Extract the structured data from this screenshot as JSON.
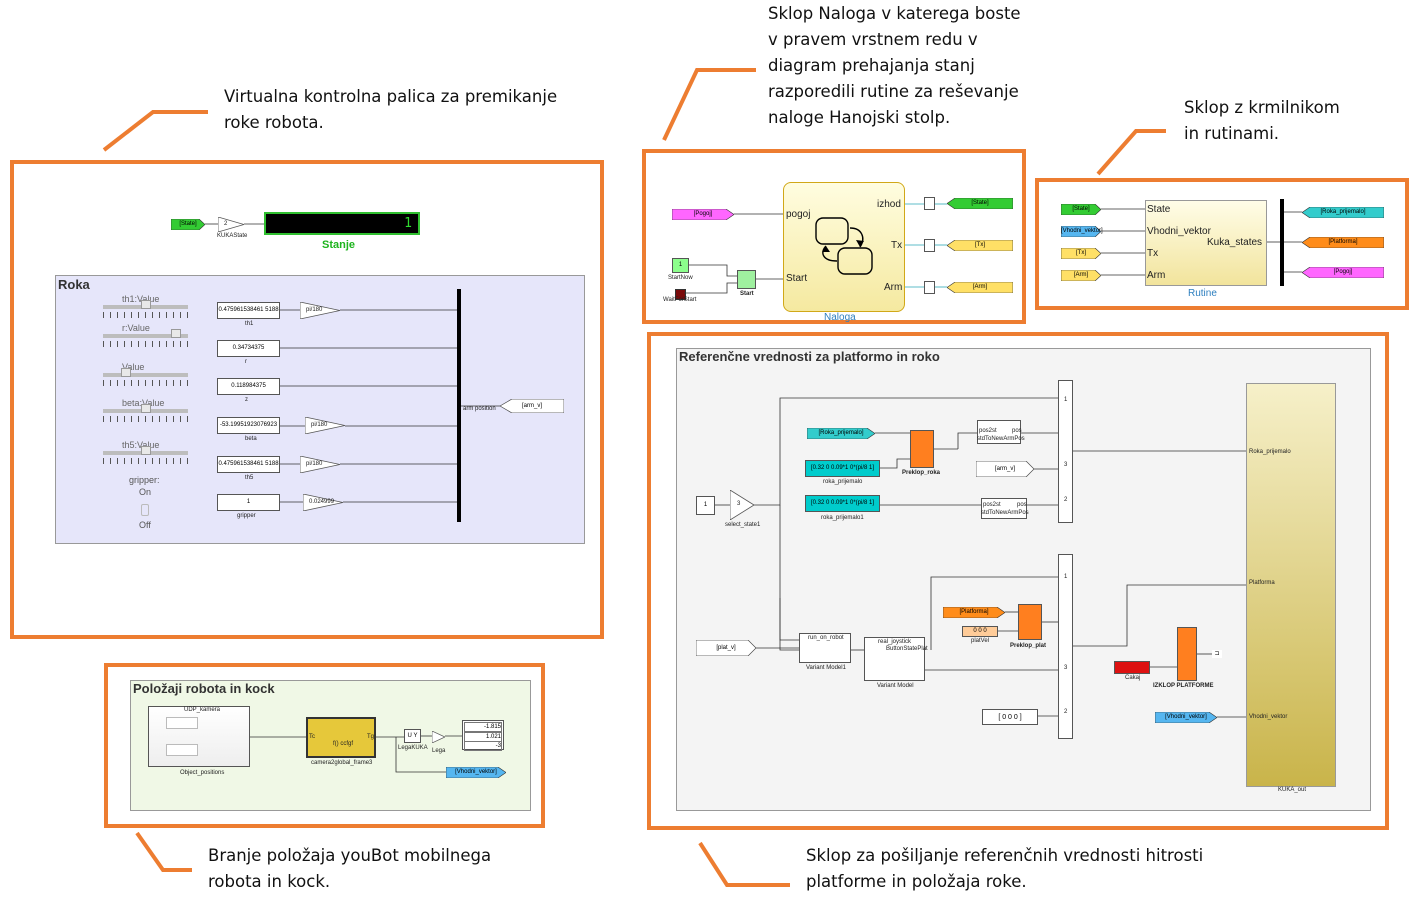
{
  "captions": {
    "joystick": [
      "Virtualna kontrolna palica za premikanje",
      "roke robota."
    ],
    "naloga": [
      "Sklop Naloga v katerega boste",
      "v pravem vrstnem redu v",
      "diagram prehajanja stanj",
      "razporedili rutine za reševanje",
      "naloge Hanojski stolp."
    ],
    "rutine": [
      "Sklop z krmilnikom",
      "in rutinami."
    ],
    "branje": [
      "Branje položaja youBot mobilnega",
      "robota in kock."
    ],
    "sklop": [
      "Sklop za pošiljanje referenčnih vrednosti hitrosti",
      "platforme in položaja roke."
    ]
  },
  "stanje": {
    "state_tag": "[State]",
    "gain": "2",
    "gain_label": "KUKAState",
    "display": "1",
    "title": "Stanje"
  },
  "roka": {
    "title": "Roka",
    "slider_labels": [
      "th1:Value",
      "r:Value",
      "Value",
      "beta:Value",
      "th5:Value"
    ],
    "values": [
      "0.475961538461 5188",
      "0.34734375",
      "0.118984375",
      "-53.19951923076923",
      "0.475961538461 5188",
      "1"
    ],
    "value_labels": [
      "th1",
      "r",
      "z",
      "beta",
      "th5",
      "gripper"
    ],
    "gains": [
      "pi/180",
      "pi/180",
      "pi/180",
      "0.024999"
    ],
    "gripper_label": "gripper:",
    "on": "On",
    "off": "Off",
    "bus_label": "arm position",
    "out_tag": "[arm_v]"
  },
  "naloga": {
    "in_tag": "[Pogoj]",
    "const": "1",
    "const_label": "StartNow",
    "wait_label": "WaitForStart",
    "switch_label": "Start",
    "ports_in": [
      "pogoj",
      "Start"
    ],
    "ports_out": [
      "izhod",
      "Tx",
      "Arm"
    ],
    "title": "Naloga",
    "out_tags": [
      "[State]",
      "[Tx]",
      "[Arm]"
    ]
  },
  "rutine": {
    "in_tags": [
      "[State]",
      "[Vhodni_vektor]",
      "[Tx]",
      "[Arm]"
    ],
    "ports_in": [
      "State",
      "Vhodni_vektor",
      "Tx",
      "Arm"
    ],
    "port_out": "Kuka_states",
    "title": "Rutine",
    "out_tags": [
      "[Roka_prijemalo]",
      "[Platforma]",
      "[Pogoj]"
    ]
  },
  "polozaji": {
    "title": "Položaji robota in kock",
    "udp": "UDP_kamera",
    "obj": "Object_positions",
    "fcn_label": "camera2global_frame3",
    "fcn_in": "Tc",
    "fcn_out": "Tg",
    "fcn_name": "f() ccfgf",
    "lega": "LegaKUKA",
    "lega_out": "Lega",
    "display": [
      "-1.815",
      "1.021",
      "-3"
    ],
    "vv_tag": "[Vhodni_vektor]"
  },
  "ref": {
    "title": "Referenčne vrednosti za platformo in roko",
    "roka_prij_tag": "[Roka_prijemalo]",
    "const1": "[0.32 0 0.09*1 0*(pi/8 1]",
    "const1_label": "roka_prijemalo",
    "const2": "[0.32 0 0.09*1 0*(pi/8 1]",
    "const2_label": "roka_prijemalo1",
    "preklop_roka": "Preklop_roka",
    "pos2": "pos2st",
    "pos2_label": "stdToNewArmPos",
    "pos": "pos",
    "arm_v": "[arm_v]",
    "in1": "1",
    "sel": "3",
    "sel_label": "select_state1",
    "plat_v": "[plat_v]",
    "vm1_title": "run_on_robot",
    "vm1_label": "Variant Model1",
    "vm_title": "real_joystick",
    "vm_label": "Variant Model",
    "btn": "ButtonStatePlat",
    "platforma_tag": "[Platforma]",
    "plat_vel": "0 0 0",
    "plat_vel_label": "platVel",
    "preklop_plat": "Preklop_plat",
    "cakaj": "Cakaj",
    "izklop": "IZKLOP PLATFORME",
    "zeros": "[ 0 0 0 ]",
    "vv_tag": "[Vhodni_vektor]",
    "bus_in": [
      "Roka_prijemalo",
      "Platforma",
      "Vhodni_vektor"
    ],
    "bus_label": "KUKA_out",
    "port_nums": [
      "1",
      "3",
      "2",
      "1",
      "3",
      "2"
    ]
  }
}
